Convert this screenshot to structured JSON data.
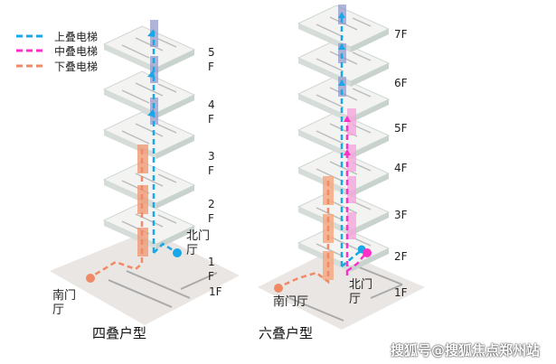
{
  "legend": [
    {
      "label": "上叠电梯",
      "color": "#1aa7e8"
    },
    {
      "label": "中叠电梯",
      "color": "#ff2fc8"
    },
    {
      "label": "下叠电梯",
      "color": "#f08a66"
    }
  ],
  "left_building": {
    "title": "四叠户型",
    "floors": [
      "5\nF",
      "4\nF",
      "3\nF",
      "2\nF",
      "1\nF",
      "1F"
    ],
    "north_hall": "北门\n厅",
    "south_hall": "南门\n厅"
  },
  "right_building": {
    "title": "六叠户型",
    "floors": [
      "7F",
      "6F",
      "5F",
      "4F",
      "3F",
      "2F",
      "1F"
    ],
    "north_hall": "北门\n厅",
    "south_hall": "南门厅"
  },
  "watermark": "搜狐号@搜狐焦点郑州站"
}
